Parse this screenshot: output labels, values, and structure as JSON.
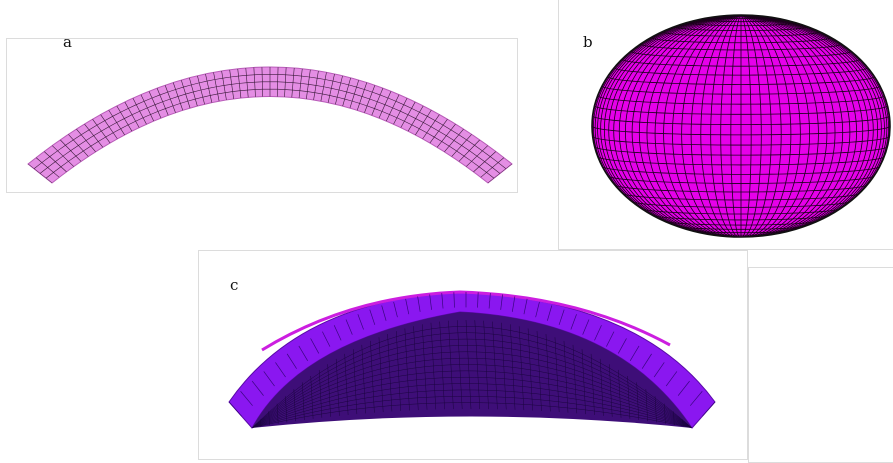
{
  "panels": {
    "a": {
      "label": "a"
    },
    "b": {
      "label": "b"
    },
    "c": {
      "label": "c"
    }
  },
  "colors": {
    "arch_pink": "#e48ee4",
    "arch_pink_dark": "#c06ac0",
    "ellipsoid_magenta": "#e600ea",
    "dome_purple": "#8a17f0",
    "dome_inner": "#3e0e78",
    "dome_rim": "#cc1ee0",
    "mesh_line": "#1a001a"
  }
}
